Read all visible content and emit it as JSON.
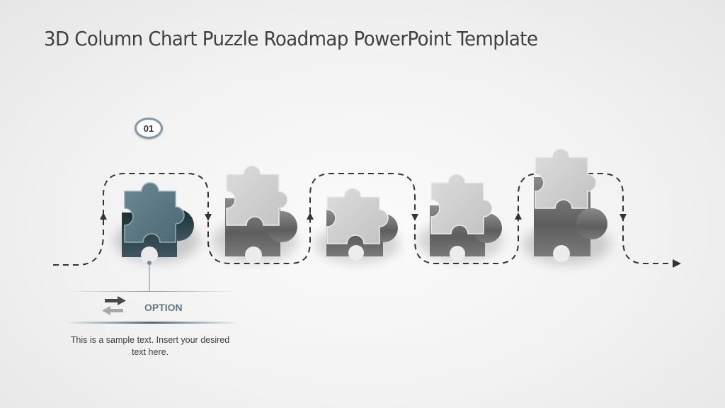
{
  "slide": {
    "title": "3D Column Chart Puzzle Roadmap PowerPoint Template"
  },
  "steps": [
    {
      "number": "01",
      "option_label": "OPTION",
      "description": "This is a sample text.  Insert your desired text here.",
      "color": "#4f6b75",
      "active": true
    },
    {
      "color": "#9a9a9a",
      "active": false
    },
    {
      "color": "#9a9a9a",
      "active": false
    },
    {
      "color": "#9a9a9a",
      "active": false
    },
    {
      "color": "#9a9a9a",
      "active": false
    }
  ],
  "icons": {
    "swap": "swap-arrows-icon",
    "path_arrow": "dashed-path-arrow"
  },
  "colors": {
    "accent": "#4f6b75",
    "accent_light": "#7f9aa3",
    "piece_gray": "#c8c8c8",
    "path": "#333333",
    "title": "#404040"
  }
}
